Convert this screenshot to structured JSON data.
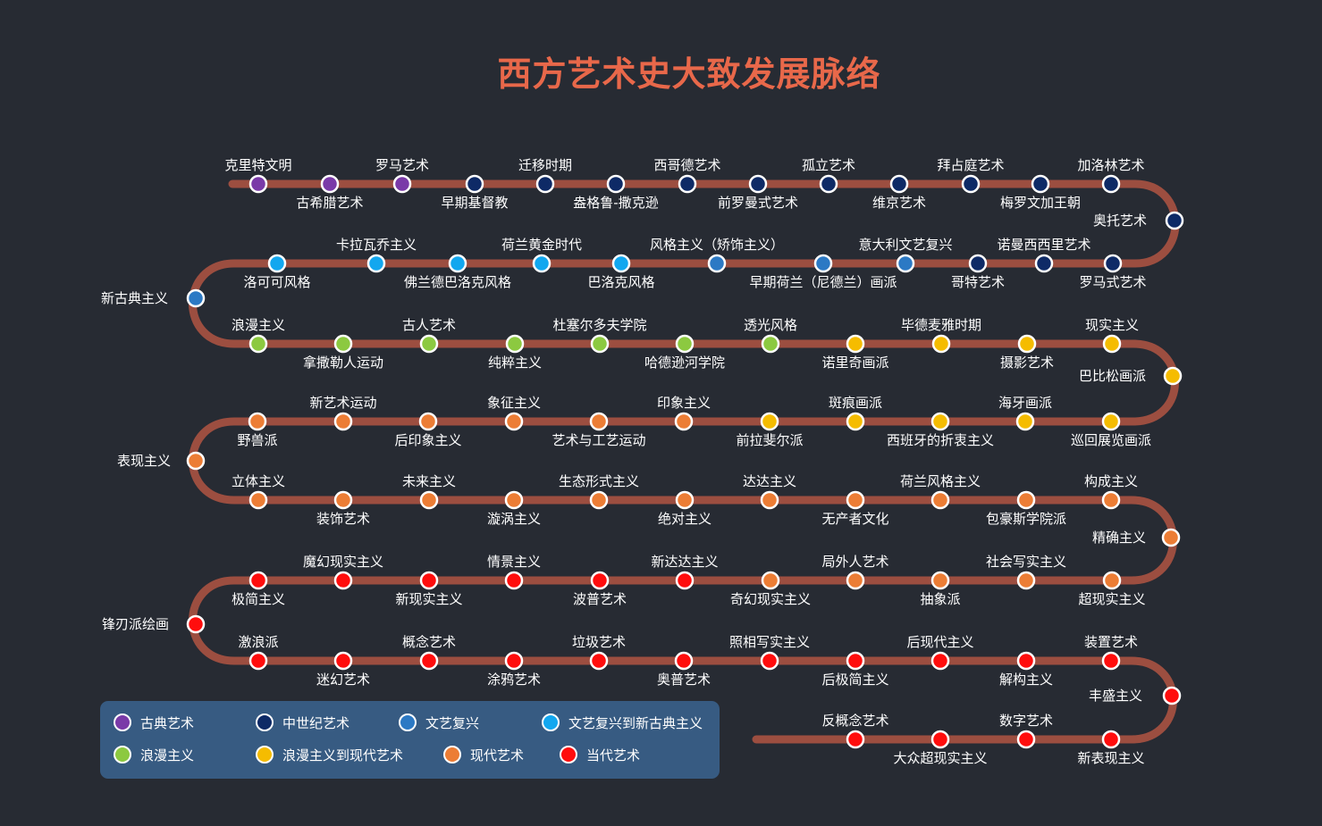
{
  "title": "西方艺术史大致发展脉络",
  "colors": {
    "background": "#272b33",
    "title": "#e8684a",
    "track": "#9c4e40",
    "legend_bg": "#375b82",
    "classical": "#7a3aa8",
    "medieval": "#0e2a66",
    "renaissance": "#2c79c4",
    "ren_neo": "#12a7ef",
    "romantic": "#8cc940",
    "rom_modern": "#f5bc00",
    "modern": "#ec7d35",
    "contemporary": "#ff0d0d"
  },
  "legend": [
    {
      "key": "classical",
      "label": "古典艺术"
    },
    {
      "key": "medieval",
      "label": "中世纪艺术"
    },
    {
      "key": "renaissance",
      "label": "文艺复兴"
    },
    {
      "key": "ren_neo",
      "label": "文艺复兴到新古典主义"
    },
    {
      "key": "romantic",
      "label": "浪漫主义"
    },
    {
      "key": "rom_modern",
      "label": "浪漫主义到现代艺术"
    },
    {
      "key": "modern",
      "label": "现代艺术"
    },
    {
      "key": "contemporary",
      "label": "当代艺术"
    }
  ],
  "stations": [
    {
      "label": "克里特文明",
      "era": "classical"
    },
    {
      "label": "古希腊艺术",
      "era": "classical"
    },
    {
      "label": "罗马艺术",
      "era": "classical"
    },
    {
      "label": "早期基督教",
      "era": "medieval"
    },
    {
      "label": "迁移时期",
      "era": "medieval"
    },
    {
      "label": "盎格鲁-撒克逊",
      "era": "medieval"
    },
    {
      "label": "西哥德艺术",
      "era": "medieval"
    },
    {
      "label": "前罗曼式艺术",
      "era": "medieval"
    },
    {
      "label": "孤立艺术",
      "era": "medieval"
    },
    {
      "label": "维京艺术",
      "era": "medieval"
    },
    {
      "label": "拜占庭艺术",
      "era": "medieval"
    },
    {
      "label": "梅罗文加王朝",
      "era": "medieval"
    },
    {
      "label": "加洛林艺术",
      "era": "medieval"
    },
    {
      "label": "奥托艺术",
      "era": "medieval"
    },
    {
      "label": "罗马式艺术",
      "era": "medieval"
    },
    {
      "label": "诺曼西西里艺术",
      "era": "medieval"
    },
    {
      "label": "哥特艺术",
      "era": "medieval"
    },
    {
      "label": "意大利文艺复兴",
      "era": "renaissance"
    },
    {
      "label": "早期荷兰（尼德兰）画派",
      "era": "renaissance"
    },
    {
      "label": "风格主义（矫饰主义）",
      "era": "renaissance"
    },
    {
      "label": "巴洛克风格",
      "era": "ren_neo"
    },
    {
      "label": "荷兰黄金时代",
      "era": "ren_neo"
    },
    {
      "label": "佛兰德巴洛克风格",
      "era": "ren_neo"
    },
    {
      "label": "卡拉瓦乔主义",
      "era": "ren_neo"
    },
    {
      "label": "洛可可风格",
      "era": "ren_neo"
    },
    {
      "label": "新古典主义",
      "era": "renaissance"
    },
    {
      "label": "浪漫主义",
      "era": "romantic"
    },
    {
      "label": "拿撒勒人运动",
      "era": "romantic"
    },
    {
      "label": "古人艺术",
      "era": "romantic"
    },
    {
      "label": "纯粹主义",
      "era": "romantic"
    },
    {
      "label": "杜塞尔多夫学院",
      "era": "romantic"
    },
    {
      "label": "哈德逊河学院",
      "era": "romantic"
    },
    {
      "label": "透光风格",
      "era": "romantic"
    },
    {
      "label": "诺里奇画派",
      "era": "rom_modern"
    },
    {
      "label": "毕德麦雅时期",
      "era": "rom_modern"
    },
    {
      "label": "摄影艺术",
      "era": "rom_modern"
    },
    {
      "label": "现实主义",
      "era": "rom_modern"
    },
    {
      "label": "巴比松画派",
      "era": "rom_modern"
    },
    {
      "label": "巡回展览画派",
      "era": "rom_modern"
    },
    {
      "label": "海牙画派",
      "era": "rom_modern"
    },
    {
      "label": "西班牙的折衷主义",
      "era": "rom_modern"
    },
    {
      "label": "斑痕画派",
      "era": "rom_modern"
    },
    {
      "label": "前拉斐尔派",
      "era": "rom_modern"
    },
    {
      "label": "印象主义",
      "era": "modern"
    },
    {
      "label": "艺术与工艺运动",
      "era": "modern"
    },
    {
      "label": "象征主义",
      "era": "modern"
    },
    {
      "label": "后印象主义",
      "era": "modern"
    },
    {
      "label": "新艺术运动",
      "era": "modern"
    },
    {
      "label": "野兽派",
      "era": "modern"
    },
    {
      "label": "表现主义",
      "era": "modern"
    },
    {
      "label": "立体主义",
      "era": "modern"
    },
    {
      "label": "装饰艺术",
      "era": "modern"
    },
    {
      "label": "未来主义",
      "era": "modern"
    },
    {
      "label": "漩涡主义",
      "era": "modern"
    },
    {
      "label": "生态形式主义",
      "era": "modern"
    },
    {
      "label": "绝对主义",
      "era": "modern"
    },
    {
      "label": "达达主义",
      "era": "modern"
    },
    {
      "label": "无产者文化",
      "era": "modern"
    },
    {
      "label": "荷兰风格主义",
      "era": "modern"
    },
    {
      "label": "包豪斯学院派",
      "era": "modern"
    },
    {
      "label": "构成主义",
      "era": "modern"
    },
    {
      "label": "精确主义",
      "era": "modern"
    },
    {
      "label": "超现实主义",
      "era": "modern"
    },
    {
      "label": "社会写实主义",
      "era": "modern"
    },
    {
      "label": "抽象派",
      "era": "modern"
    },
    {
      "label": "局外人艺术",
      "era": "modern"
    },
    {
      "label": "奇幻现实主义",
      "era": "modern"
    },
    {
      "label": "新达达主义",
      "era": "contemporary"
    },
    {
      "label": "波普艺术",
      "era": "contemporary"
    },
    {
      "label": "情景主义",
      "era": "contemporary"
    },
    {
      "label": "新现实主义",
      "era": "contemporary"
    },
    {
      "label": "魔幻现实主义",
      "era": "contemporary"
    },
    {
      "label": "极简主义",
      "era": "contemporary"
    },
    {
      "label": "锋刃派绘画",
      "era": "contemporary"
    },
    {
      "label": "激浪派",
      "era": "contemporary"
    },
    {
      "label": "迷幻艺术",
      "era": "contemporary"
    },
    {
      "label": "概念艺术",
      "era": "contemporary"
    },
    {
      "label": "涂鸦艺术",
      "era": "contemporary"
    },
    {
      "label": "垃圾艺术",
      "era": "contemporary"
    },
    {
      "label": "奥普艺术",
      "era": "contemporary"
    },
    {
      "label": "照相写实主义",
      "era": "contemporary"
    },
    {
      "label": "后极简主义",
      "era": "contemporary"
    },
    {
      "label": "后现代主义",
      "era": "contemporary"
    },
    {
      "label": "解构主义",
      "era": "contemporary"
    },
    {
      "label": "装置艺术",
      "era": "contemporary"
    },
    {
      "label": "丰盛主义",
      "era": "contemporary"
    },
    {
      "label": "新表现主义",
      "era": "contemporary"
    },
    {
      "label": "数字艺术",
      "era": "contemporary"
    },
    {
      "label": "大众超现实主义",
      "era": "contemporary"
    },
    {
      "label": "反概念艺术",
      "era": "contemporary"
    }
  ]
}
